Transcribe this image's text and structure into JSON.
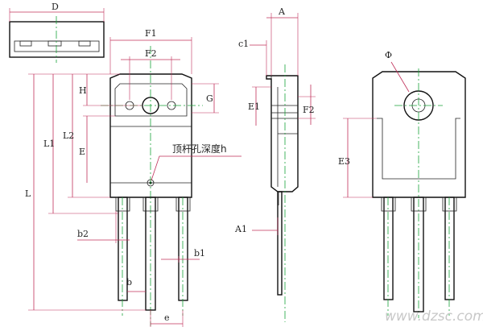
{
  "labels": {
    "D": "D",
    "F1": "F1",
    "F2": "F2",
    "H": "H",
    "G": "G",
    "L": "L",
    "L1": "L1",
    "L2": "L2",
    "E": "E",
    "b2": "b2",
    "b1": "b1",
    "b": "b",
    "e": "e",
    "A": "A",
    "c1": "c1",
    "E1": "E1",
    "F2_side": "F2",
    "A1": "A1",
    "phi": "Φ",
    "E3": "E3",
    "ejector_note": "顶杆孔深度h"
  },
  "watermark": "www.dzsc.com"
}
